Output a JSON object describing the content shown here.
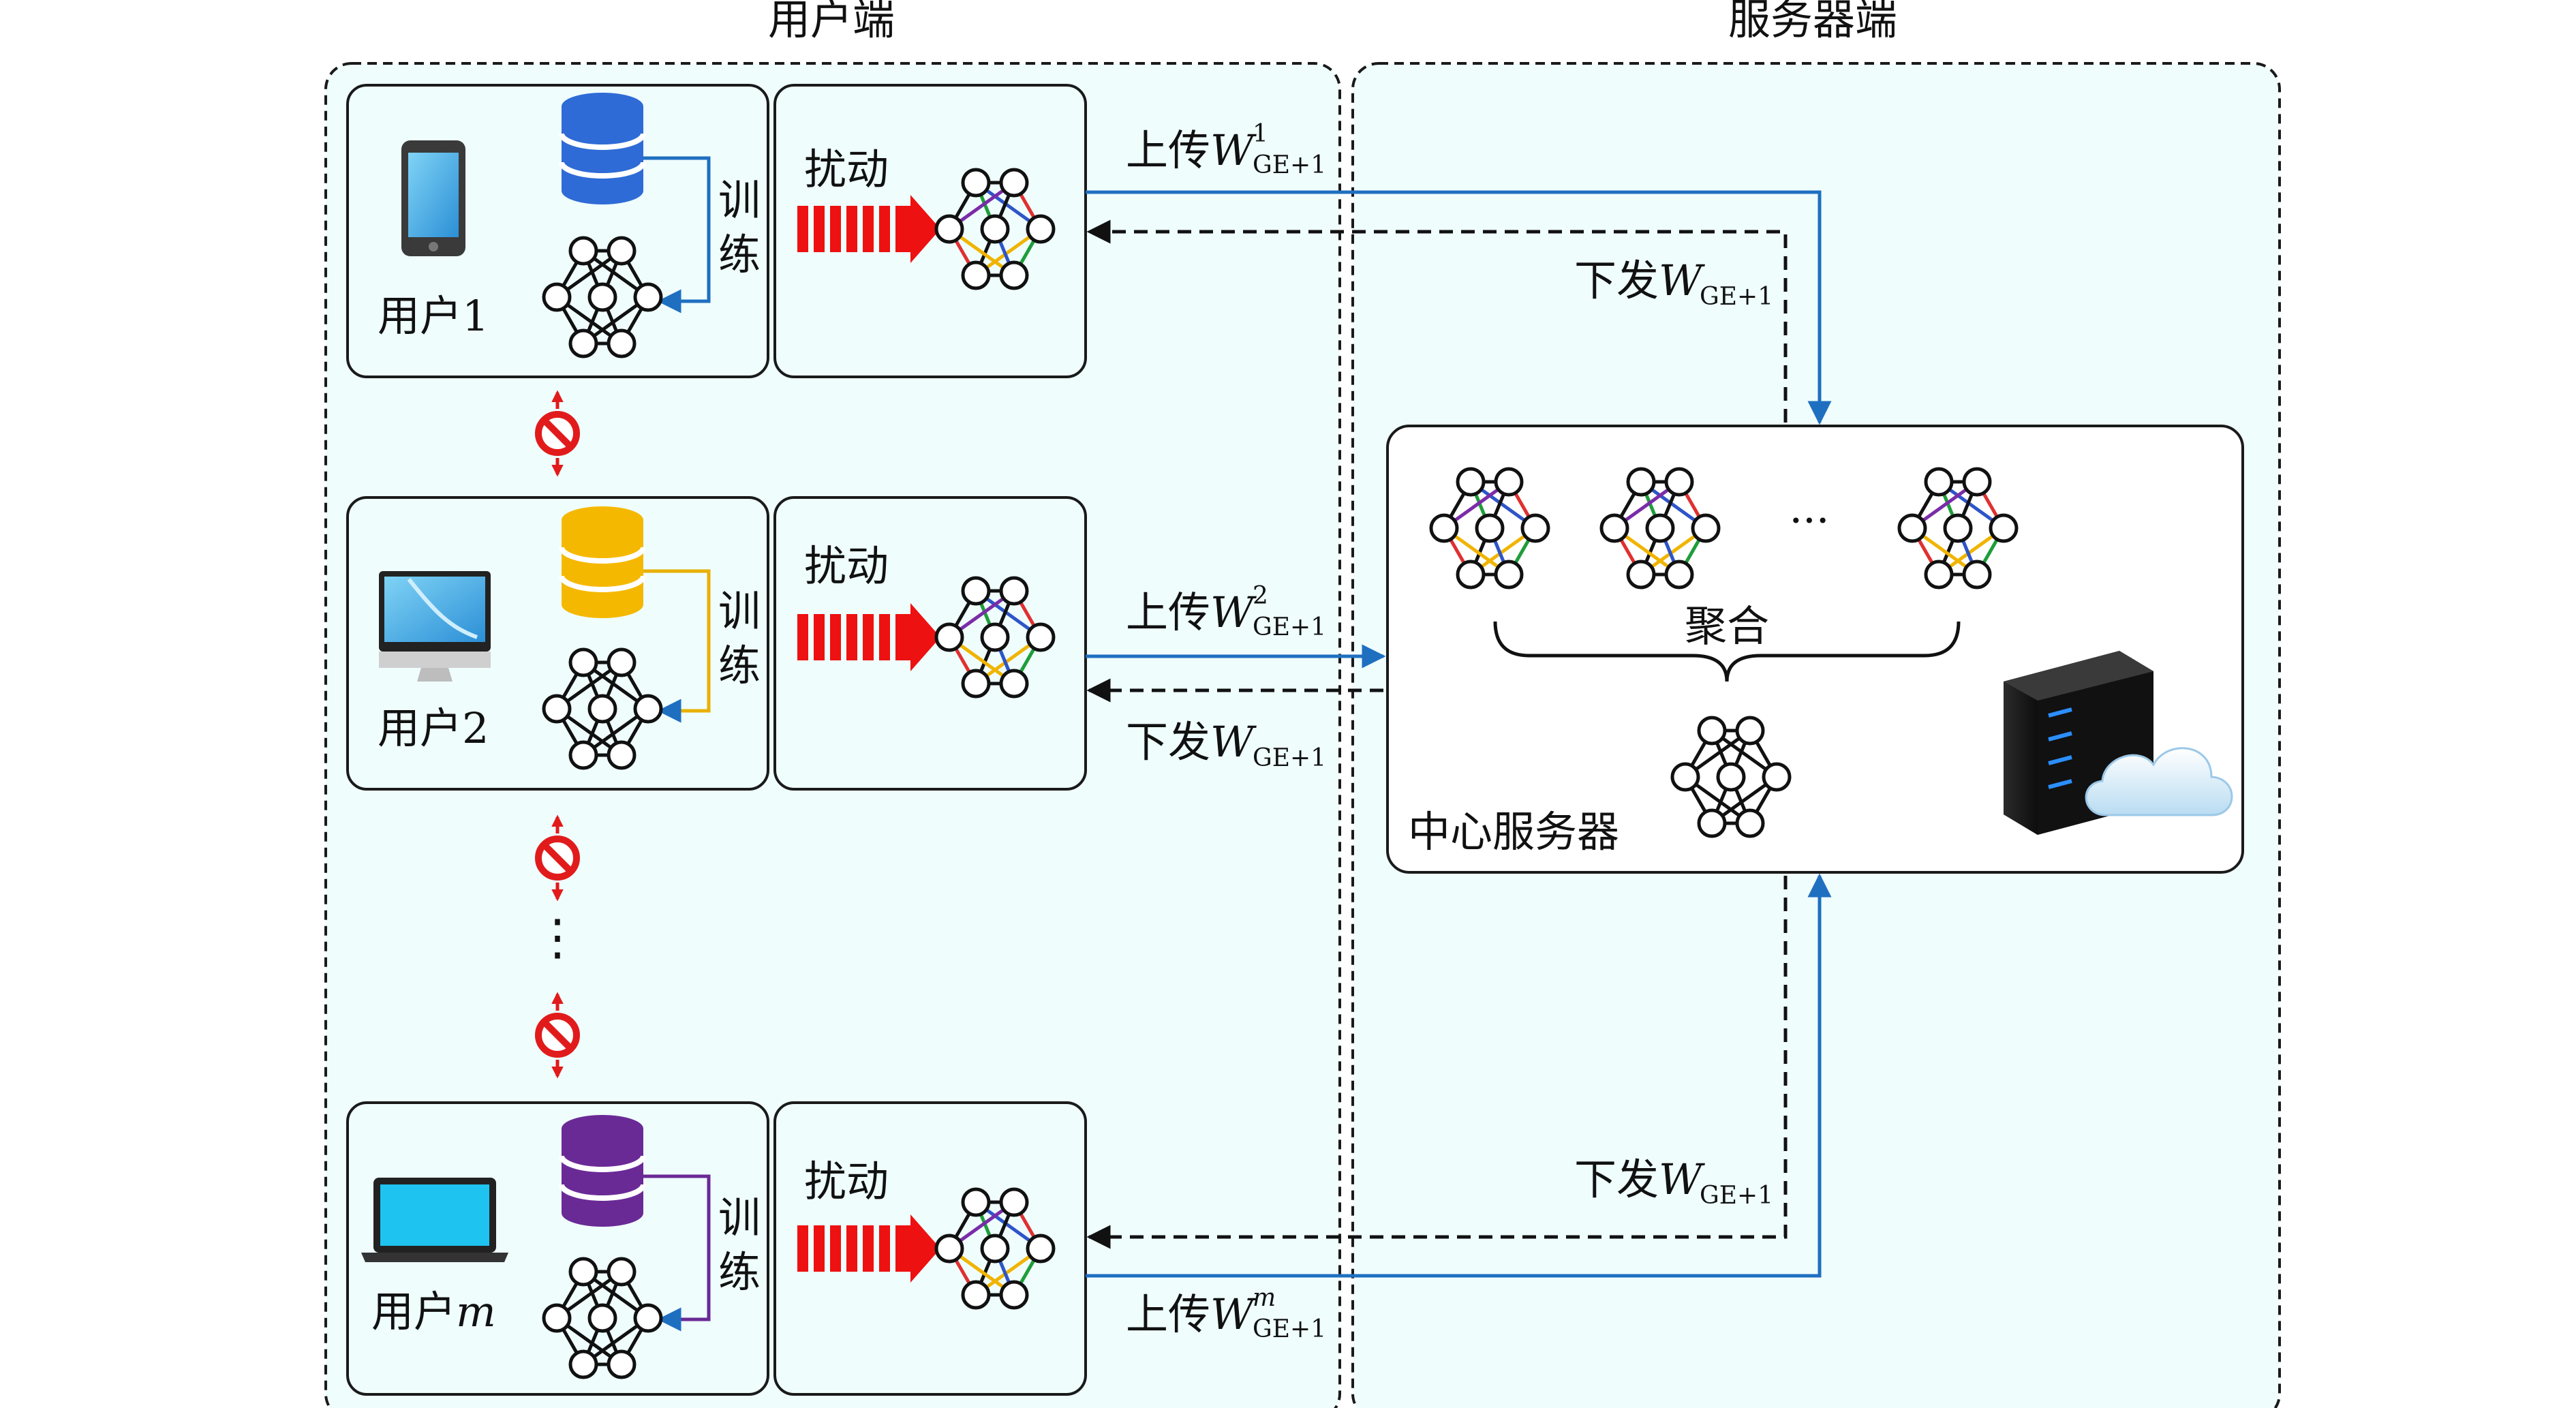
{
  "client_side": {
    "title": "用户端",
    "users": [
      {
        "label": "用户1",
        "device": "phone-icon",
        "db_color": "#2E6BD6",
        "arrow_color": "#1F6FC0"
      },
      {
        "label": "用户2",
        "device": "imac-icon",
        "db_color": "#F5B800",
        "arrow_color": "#E8B000"
      },
      {
        "label_prefix": "用户",
        "label_var": "m",
        "device": "laptop-icon",
        "db_color": "#6A2A96",
        "arrow_color": "#6A2A96"
      }
    ],
    "train_label": [
      "训",
      "练"
    ],
    "perturb_label": "扰动",
    "ellipsis": "⋮"
  },
  "server_side": {
    "title": "服务器端",
    "aggregate_label": "聚合",
    "central_label": "中心服务器",
    "ellipsis": "···"
  },
  "arrows": {
    "upload_prefix": "上传",
    "download_prefix": "下发",
    "weight_symbol": "W",
    "weight_subscript": "GE+1",
    "upload_superscripts": [
      "1",
      "2",
      "m"
    ],
    "upload_color": "#1F6FC0",
    "download_color": "#111111"
  },
  "colors": {
    "panel_fill": "#EFFDFD",
    "box_stroke": "#1a1a1a",
    "perturb_red": "#EE1111",
    "block_red": "#E11B1B"
  },
  "icons": [
    "phone-icon",
    "imac-icon",
    "laptop-icon",
    "database-icon",
    "neural-network-icon",
    "perturbation-arrow-icon",
    "no-communication-icon",
    "server-rack-icon",
    "cloud-icon"
  ]
}
